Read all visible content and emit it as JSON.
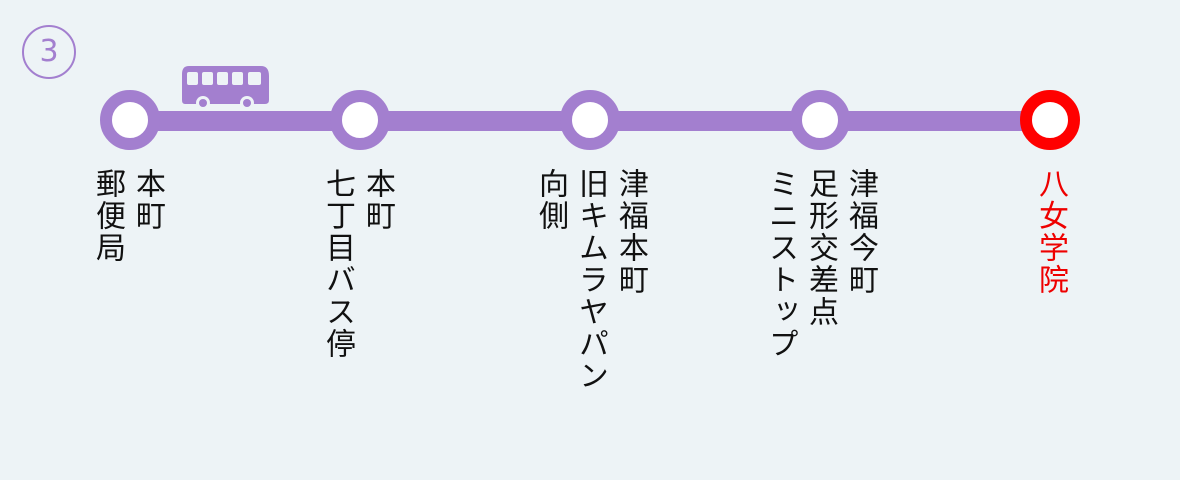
{
  "route": {
    "number": "3",
    "line_color": "#a37fcf",
    "current_color": "#ff0000"
  },
  "stops": [
    {
      "name": "本町\n郵便局",
      "current": false
    },
    {
      "name": "本町\n七丁目バス停",
      "current": false
    },
    {
      "name": "津福本町\n旧キムラヤパン\n向側",
      "current": false
    },
    {
      "name": "津福今町\n足形交差点\nミニストップ",
      "current": false
    },
    {
      "name": "八女学院",
      "current": true
    }
  ],
  "vehicle": {
    "icon": "bus-icon",
    "between_stops": [
      0,
      1
    ]
  }
}
